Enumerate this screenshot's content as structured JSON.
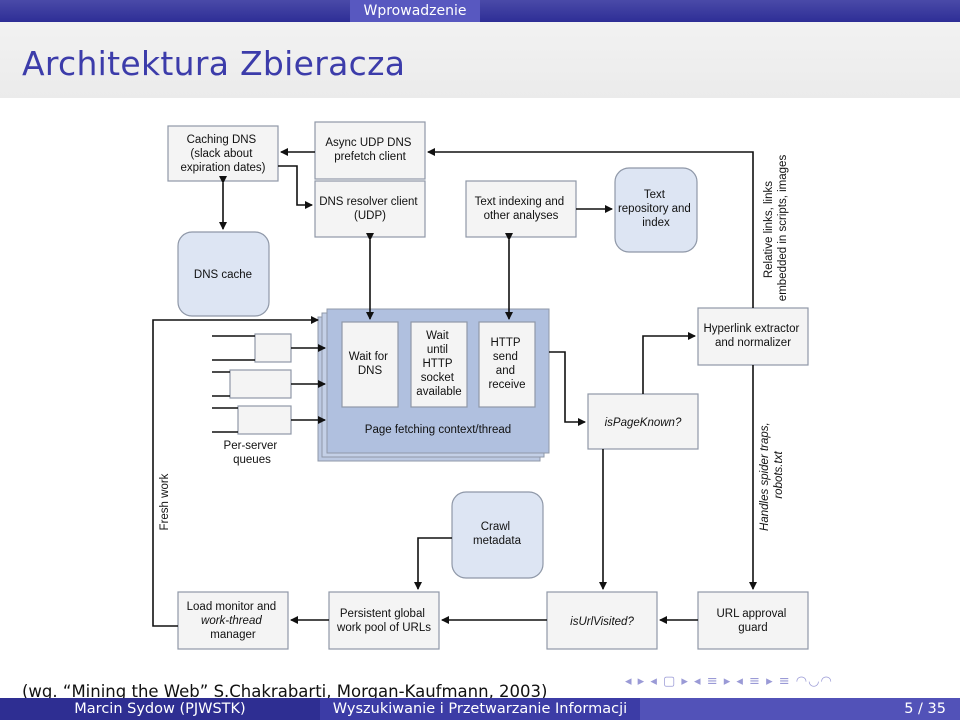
{
  "header": {
    "section": "Wprowadzenie",
    "title": "Architektura Zbieracza"
  },
  "diagram": {
    "caching_dns": [
      "Caching DNS",
      "(slack about",
      "expiration dates)"
    ],
    "async_udp": [
      "Async UDP DNS",
      "prefetch client"
    ],
    "dns_resolver": [
      "DNS resolver client",
      "(UDP)"
    ],
    "dns_cache": "DNS cache",
    "text_indexing": [
      "Text indexing and",
      "other analyses"
    ],
    "text_repo": [
      "Text",
      "repository and",
      "index"
    ],
    "wait_dns": [
      "Wait for",
      "DNS"
    ],
    "wait_http": [
      "Wait",
      "until",
      "HTTP",
      "socket",
      "available"
    ],
    "http_send": [
      "HTTP",
      "send",
      "and",
      "receive"
    ],
    "page_fetching": "Page fetching context/thread",
    "per_server": [
      "Per-server",
      "queues"
    ],
    "fresh_work": "Fresh work",
    "hyperlink": [
      "Hyperlink extractor",
      "and normalizer"
    ],
    "is_page_known": "isPageKnown?",
    "relative_links": [
      "Relative links, links",
      "embedded in scripts, images"
    ],
    "handles_traps": [
      "Handles spider traps,",
      "robots.txt"
    ],
    "crawl_meta": [
      "Crawl",
      "metadata"
    ],
    "load_monitor": [
      "Load monitor and",
      "work-thread",
      "manager"
    ],
    "persistent": [
      "Persistent global",
      "work pool of URLs"
    ],
    "is_url_visited": "isUrlVisited?",
    "url_approval": [
      "URL approval",
      "guard"
    ]
  },
  "reference": "(wg. “Mining the Web” S.Chakrabarti, Morgan-Kaufmann, 2003)",
  "nav_symbols": "◂ ▸ ◂ ▢ ▸ ◂ ≡ ▸ ◂ ≡ ▸ ≡ ◠◡◠",
  "footer": {
    "author": "Marcin Sydow (PJWSTK)",
    "course": "Wyszukiwanie i Przetwarzanie Informacji",
    "page": "5 / 35"
  }
}
